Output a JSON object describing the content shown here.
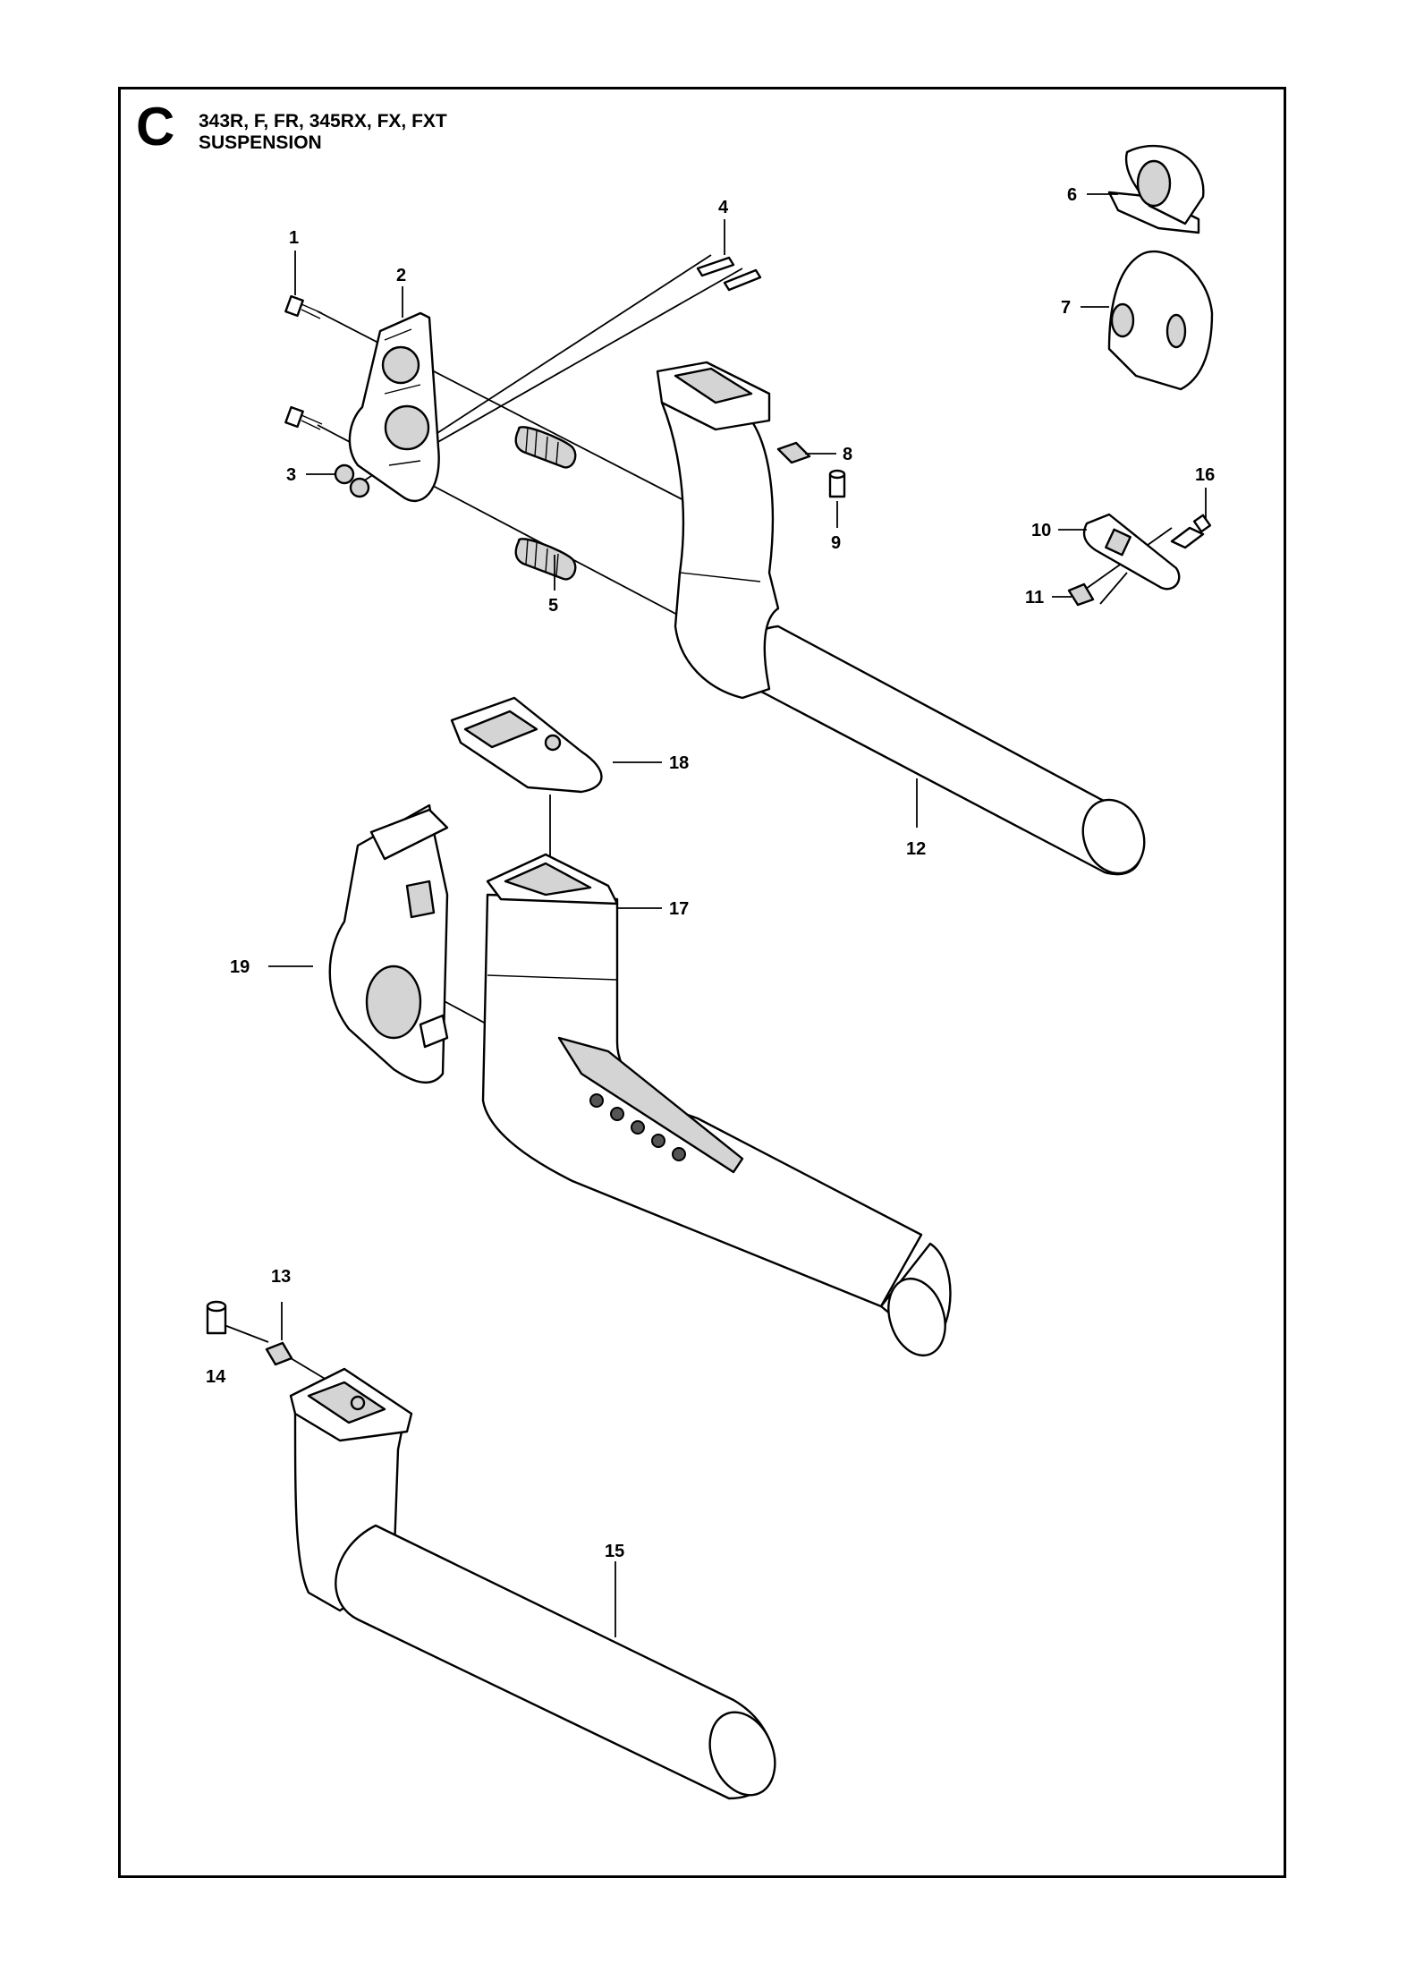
{
  "header": {
    "section_letter": "C",
    "models": "343R, F, FR, 345RX, FX, FXT",
    "title": "SUSPENSION"
  },
  "callouts": [
    "1",
    "2",
    "3",
    "4",
    "5",
    "6",
    "7",
    "8",
    "9",
    "10",
    "11",
    "12",
    "13",
    "14",
    "15",
    "16",
    "17",
    "18",
    "19"
  ]
}
